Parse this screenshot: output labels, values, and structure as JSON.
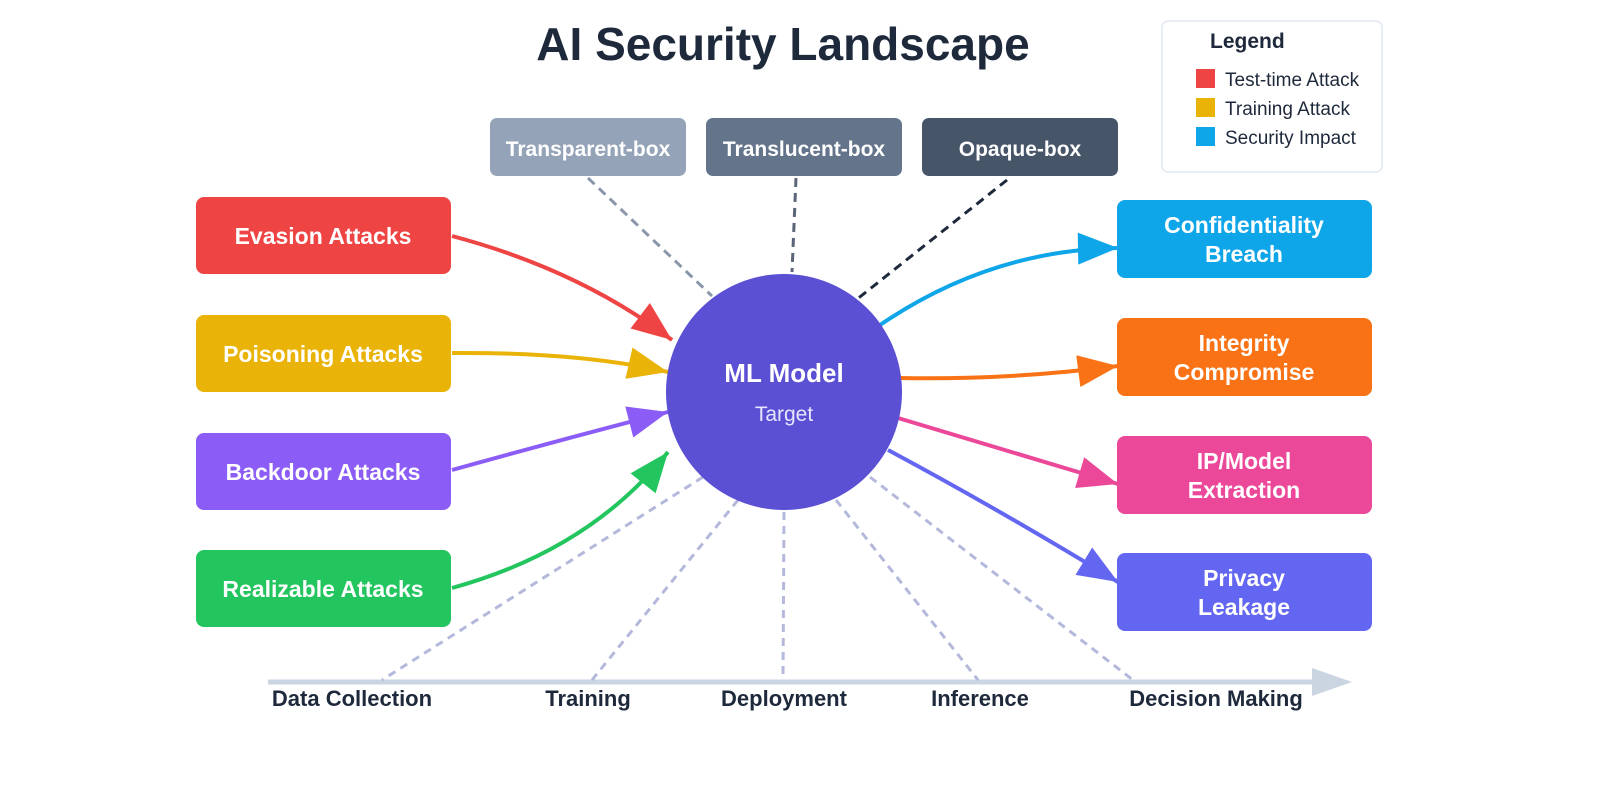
{
  "title": "AI Security Landscape",
  "legend": {
    "title": "Legend",
    "items": [
      {
        "label": "Test-time Attack",
        "color": "#ef4444"
      },
      {
        "label": "Training Attack",
        "color": "#eab308"
      },
      {
        "label": "Security Impact",
        "color": "#0ea5e9"
      }
    ]
  },
  "access_levels": [
    {
      "label": "Transparent-box",
      "color": "#94a3b8",
      "line_color": "#8a97aa"
    },
    {
      "label": "Translucent-box",
      "color": "#64748b",
      "line_color": "#5b6577"
    },
    {
      "label": "Opaque-box",
      "color": "#475569",
      "line_color": "#1e293b"
    }
  ],
  "model": {
    "title": "ML Model",
    "subtitle": "Target",
    "color": "#5b4fd4"
  },
  "attacks": [
    {
      "label": "Evasion Attacks",
      "color": "#ef4444"
    },
    {
      "label": "Poisoning Attacks",
      "color": "#eab308"
    },
    {
      "label": "Backdoor Attacks",
      "color": "#8b5cf6"
    },
    {
      "label": "Realizable Attacks",
      "color": "#22c55e"
    }
  ],
  "impacts": [
    {
      "lines": [
        "Confidentiality",
        "Breach"
      ],
      "color": "#0ea5e9"
    },
    {
      "lines": [
        "Integrity",
        "Compromise"
      ],
      "color": "#f97316"
    },
    {
      "lines": [
        "IP/Model",
        "Extraction"
      ],
      "color": "#ec4899"
    },
    {
      "lines": [
        "Privacy",
        "Leakage"
      ],
      "color": "#6366f1"
    }
  ],
  "stages": [
    "Data Collection",
    "Training",
    "Deployment",
    "Inference",
    "Decision Making"
  ],
  "colors": {
    "title": "#1e293b",
    "timeline": "#cbd5e1",
    "stage_lines": "#b4b9dc",
    "text_dark": "#1e293b"
  }
}
